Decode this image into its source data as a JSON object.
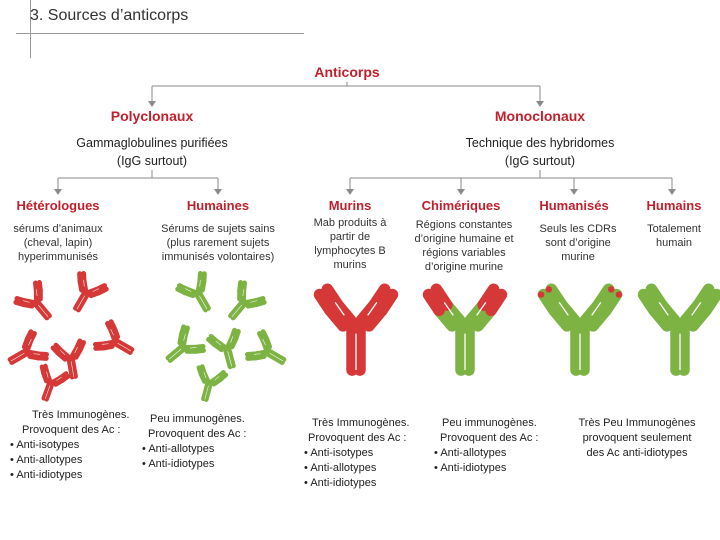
{
  "title": "3. Sources d’anticorps",
  "colors": {
    "red": "#c2202c",
    "ab_red": "#d63838",
    "ab_green": "#7cb342",
    "line": "#8a8a8a"
  },
  "root": "Anticorps",
  "branches": {
    "poly": {
      "label": "Polyclonaux",
      "desc1": "Gammaglobulines purifiées",
      "desc2": "(IgG surtout)"
    },
    "mono": {
      "label": "Monoclonaux",
      "desc1": "Technique des hybridomes",
      "desc2": "(IgG surtout)"
    }
  },
  "columns": {
    "heterologues": {
      "label": "Hétérologues",
      "desc": [
        "sérums d’animaux",
        "(cheval, lapin)",
        "hyperimmunisés"
      ],
      "imm": "Très Immunogènes.",
      "prov": "Provoquent des Ac :",
      "items": [
        "Anti-isotypes",
        "Anti-allotypes",
        "Anti-idiotypes"
      ]
    },
    "humaines": {
      "label": "Humaines",
      "desc": [
        "Sérums de sujets sains",
        "(plus rarement sujets",
        "immunisés volontaires)"
      ],
      "imm": "Peu immunogènes.",
      "prov": "Provoquent des Ac :",
      "items": [
        "Anti-allotypes",
        "Anti-idiotypes"
      ]
    },
    "murins": {
      "label": "Murins",
      "desc": [
        "Mab produits à",
        "partir de",
        "lymphocytes B",
        "murins"
      ],
      "imm": "Très Immunogènes.",
      "prov": "Provoquent des Ac :",
      "items": [
        "Anti-isotypes",
        "Anti-allotypes",
        "Anti-idiotypes"
      ]
    },
    "chimeriques": {
      "label": "Chimériques",
      "desc": [
        "Régions constantes",
        "d’origine humaine et",
        "régions variables",
        "d’origine murine"
      ],
      "imm": "Peu immunogènes.",
      "prov": "Provoquent des Ac :",
      "items": [
        "Anti-allotypes",
        "Anti-idiotypes"
      ]
    },
    "humanises": {
      "label": "Humanisés",
      "desc": [
        "Seuls  les CDRs",
        "sont d’origine",
        "murine"
      ]
    },
    "humains": {
      "label": "Humains",
      "desc": [
        "Totalement",
        "humain"
      ],
      "imm_combined": [
        "Très Peu Immunogènes",
        "provoquent seulement",
        "des Ac anti-idiotypes"
      ]
    }
  }
}
